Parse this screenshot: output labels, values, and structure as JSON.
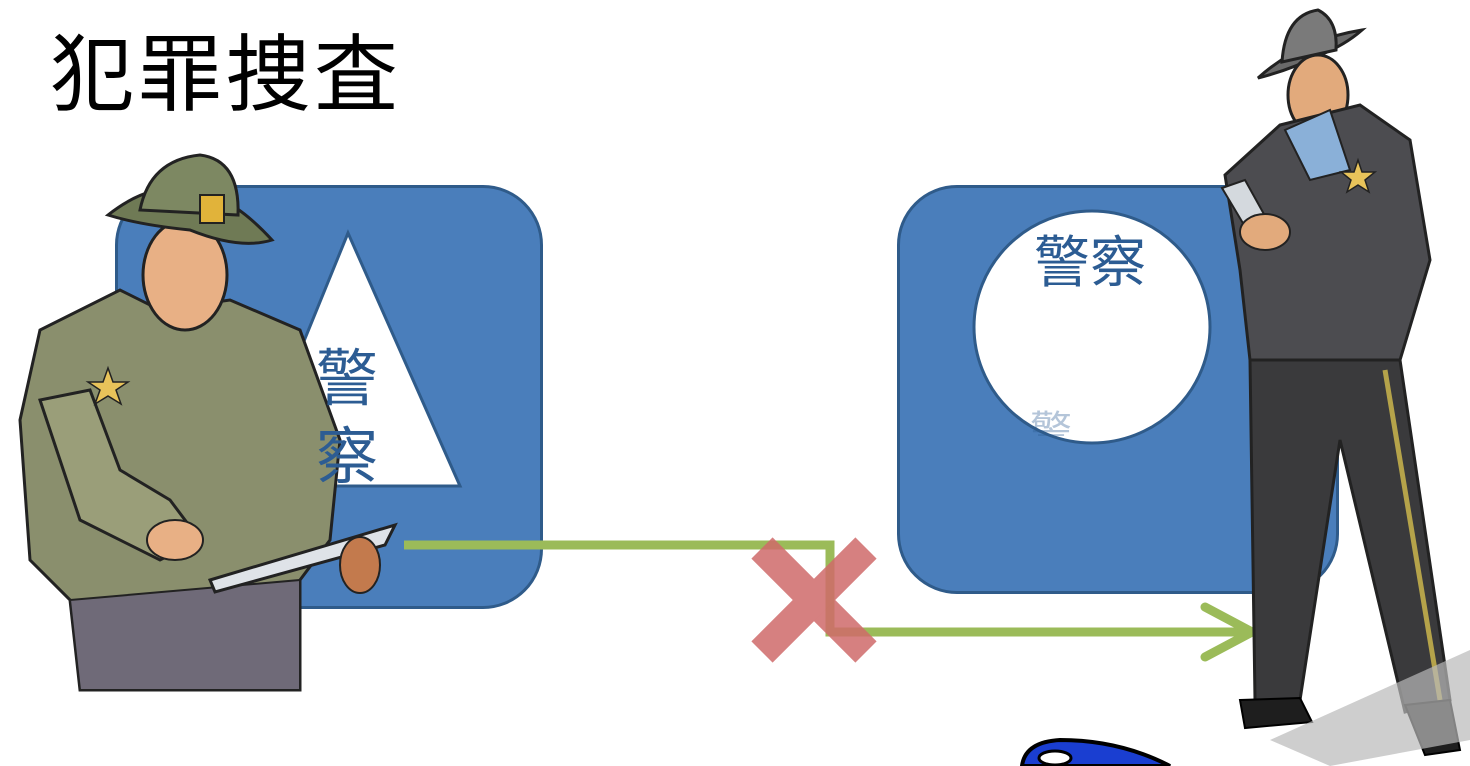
{
  "title": "犯罪捜査",
  "left_box": {
    "label": "警察",
    "char1": "警",
    "char2": "察"
  },
  "right_box": {
    "label": "警察",
    "faded_label": "警察"
  },
  "colors": {
    "box_fill": "#4a7ebb",
    "box_border": "#2f5b8a",
    "arrow": "#9bbb59",
    "cross": "#d06a6a",
    "label_text": "#2c5c93"
  },
  "icons": {
    "left_figure": "police-officer-writing-clipboard",
    "right_figure": "police-officer-writing-notepad",
    "badge": "police-badge-icon"
  }
}
